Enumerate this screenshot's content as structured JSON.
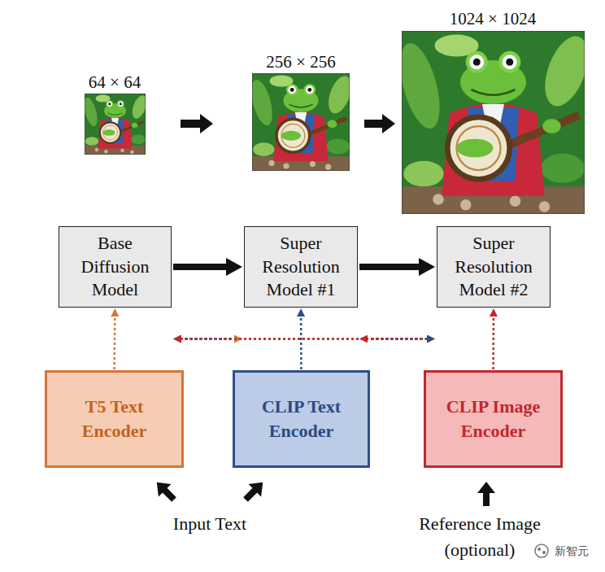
{
  "diagram": {
    "nodes": [
      {
        "text": [
          "Base Diffusion Model"
        ]
      },
      {
        "text": [
          "Super Resolution Model #1"
        ]
      },
      {
        "text": [
          "Super Resolution Model #2"
        ]
      },
      {
        "text": [
          "T5 Text Encoder"
        ]
      },
      {
        "text": [
          "CLIP Text Encoder"
        ]
      },
      {
        "text": [
          "CLIP Image Encoder"
        ]
      }
    ],
    "edges": [
      {
        "from": 0,
        "to": 1,
        "arrow": "to"
      },
      {
        "from": 1,
        "to": 2,
        "arrow": "to"
      },
      {
        "from": 3,
        "to": 0,
        "arrow": "to"
      },
      {
        "from": 3,
        "to": 1,
        "arrow": "to"
      },
      {
        "from": 3,
        "to": 2,
        "arrow": "to"
      },
      {
        "from": 4,
        "to": 0,
        "arrow": "to"
      },
      {
        "from": 4,
        "to": 1,
        "arrow": "to"
      },
      {
        "from": 4,
        "to": 2,
        "arrow": "to"
      },
      {
        "from": 5,
        "to": 0,
        "arrow": "to"
      },
      {
        "from": 5,
        "to": 1,
        "arrow": "to"
      },
      {
        "from": 5,
        "to": 2,
        "arrow": "to"
      }
    ],
    "labels": [
      "64 × 64",
      "256 × 256",
      "1024 × 1024",
      "Input Text",
      "Reference Image (optional)",
      "新智元"
    ]
  }
}
